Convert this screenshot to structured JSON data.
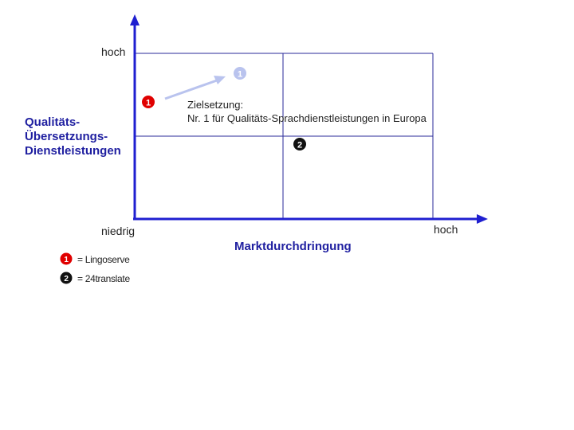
{
  "axes": {
    "y_high": "hoch",
    "y_low": "niedrig",
    "x_high": "hoch",
    "y_title_lines": [
      "Qualitäts-",
      "Übersetzungs-",
      "Dienstleistungen"
    ],
    "x_title": "Marktdurchdringung"
  },
  "goal": {
    "line1": "Zielsetzung:",
    "line2": "Nr. 1 für Qualitäts-Sprachdienstleistungen in Europa"
  },
  "markers": {
    "one": "1",
    "two": "2"
  },
  "legend": [
    {
      "marker": "1",
      "text": "= Lingoserve"
    },
    {
      "marker": "2",
      "text": "= 24translate"
    }
  ],
  "colors": {
    "axis": "#1f1fd0",
    "grid": "#2a2a9a",
    "marker1": "#e00000",
    "marker2": "#111111",
    "goal_marker": "#b9c3ee",
    "arrow": "#b9c3ee",
    "title_blue": "#1f1fa0"
  }
}
